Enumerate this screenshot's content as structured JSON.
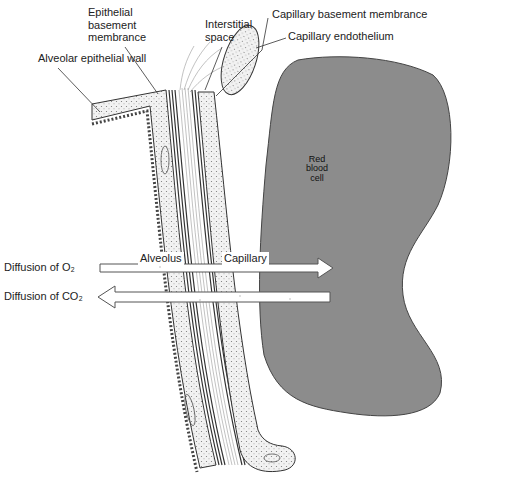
{
  "diagram": {
    "nodes": [
      {
        "text": [
          "Red blood cell"
        ]
      }
    ],
    "labels": [
      "Epithelial basement membrance",
      "Interstitial space",
      "Capillary basement membrance",
      "Capillary endothelium",
      "Alveolar epithelial wall",
      "Alveolus",
      "Capillary",
      "Diffusion of O₂",
      "Diffusion of CO₂"
    ]
  }
}
